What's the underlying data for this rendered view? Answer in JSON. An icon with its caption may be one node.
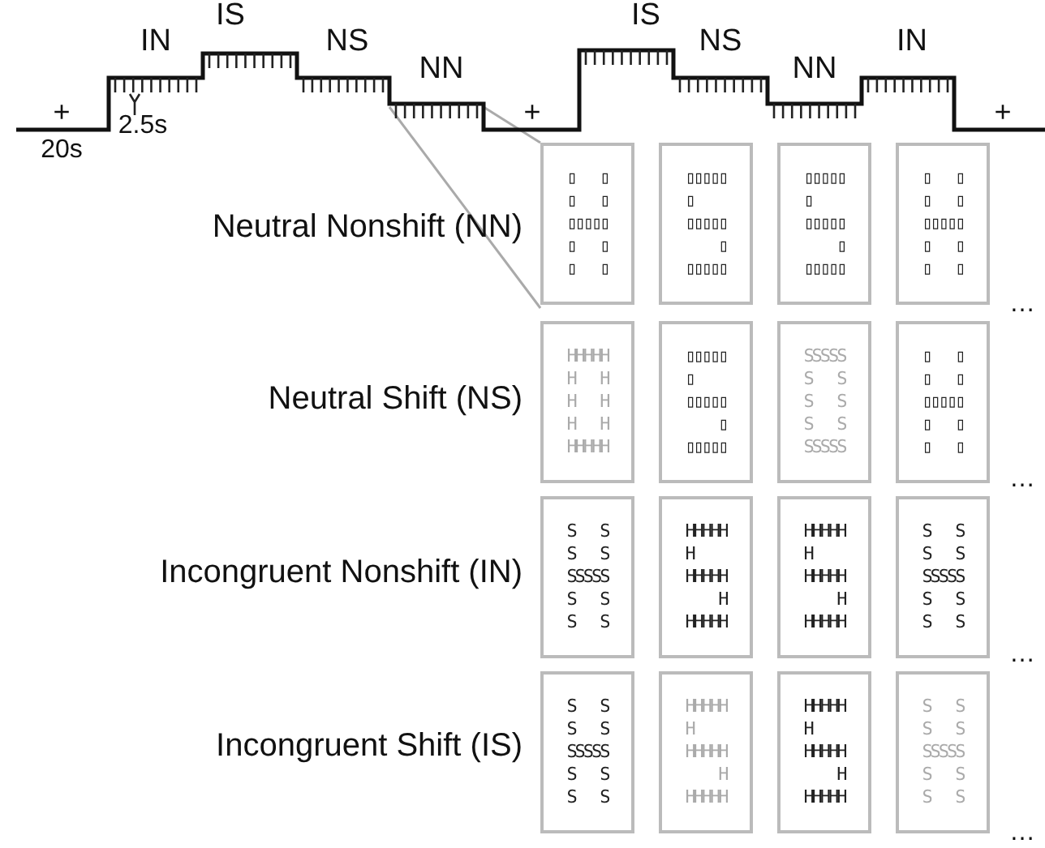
{
  "diagram": {
    "nodes": [
      {
        "text": [
          "▯   ▯",
          "▯   ▯",
          "▯▯▯▯▯",
          "▯   ▯",
          "▯   ▯"
        ]
      },
      {
        "text": [
          "▯▯▯▯▯",
          "▯",
          "▯▯▯▯▯",
          "    ▯",
          "▯▯▯▯▯"
        ]
      },
      {
        "text": [
          "▯▯▯▯▯",
          "▯",
          "▯▯▯▯▯",
          "    ▯",
          "▯▯▯▯▯"
        ]
      },
      {
        "text": [
          "▯   ▯",
          "▯   ▯",
          "▯▯▯▯▯",
          "▯   ▯",
          "▯   ▯"
        ]
      },
      {
        "text": [
          "HHHHH",
          "H   H",
          "H   H",
          "H   H",
          "HHHHH"
        ]
      },
      {
        "text": [
          "▯▯▯▯▯",
          "▯",
          "▯▯▯▯▯",
          "    ▯",
          "▯▯▯▯▯"
        ]
      },
      {
        "text": [
          "SSSSS",
          "S   S",
          "S   S",
          "S   S",
          "SSSSS"
        ]
      },
      {
        "text": [
          "▯   ▯",
          "▯   ▯",
          "▯▯▯▯▯",
          "▯   ▯",
          "▯   ▯"
        ]
      },
      {
        "text": [
          "S   S",
          "S   S",
          "SSSSS",
          "S   S",
          "S   S"
        ]
      },
      {
        "text": [
          "HHHHH",
          "H",
          "HHHHH",
          "    H",
          "HHHHH"
        ]
      },
      {
        "text": [
          "HHHHH",
          "H",
          "HHHHH",
          "    H",
          "HHHHH"
        ]
      },
      {
        "text": [
          "S   S",
          "S   S",
          "SSSSS",
          "S   S",
          "S   S"
        ]
      },
      {
        "text": [
          "S   S",
          "S   S",
          "SSSSS",
          "S   S",
          "S   S"
        ]
      },
      {
        "text": [
          "HHHHH",
          "H",
          "HHHHH",
          "    H",
          "HHHHH"
        ]
      },
      {
        "text": [
          "HHHHH",
          "H",
          "HHHHH",
          "    H",
          "HHHHH"
        ]
      },
      {
        "text": [
          "S   S",
          "S   S",
          "SSSSS",
          "S   S",
          "S   S"
        ]
      }
    ],
    "labels": [
      "IS",
      "IS",
      "IN",
      "NS",
      "NS",
      "IN",
      "NN",
      "NN",
      "+",
      "+",
      "+",
      "2.5s",
      "20s",
      "Neutral Nonshift (NN)",
      "…",
      "Neutral Shift (NS)",
      "…",
      "Incongruent Nonshift (IN)",
      "…",
      "Incongruent Shift (IS)",
      "…"
    ]
  }
}
